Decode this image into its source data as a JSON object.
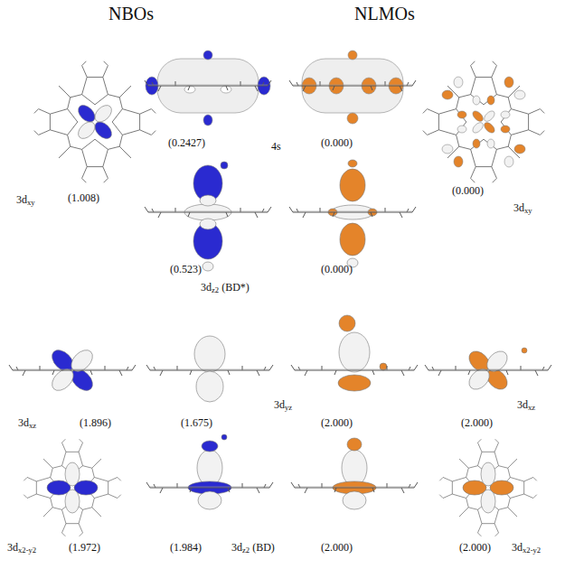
{
  "diagram": {
    "labels": [
      "NBOs",
      "NLMOs",
      "3dxy",
      "(1.008)",
      "(0.2427)",
      "4s",
      "(0.000)",
      "(0.000)",
      "3dxy",
      "(0.523)",
      "3dz2 (BD*)",
      "(0.000)",
      "3dxz",
      "(1.896)",
      "(1.675)",
      "3dyz",
      "(2.000)",
      "(2.000)",
      "3dxz",
      "3dx2-y2",
      "(1.972)",
      "(1.984)",
      "3dz2 (BD)",
      "(2.000)",
      "(2.000)",
      "3dx2-y2"
    ]
  }
}
